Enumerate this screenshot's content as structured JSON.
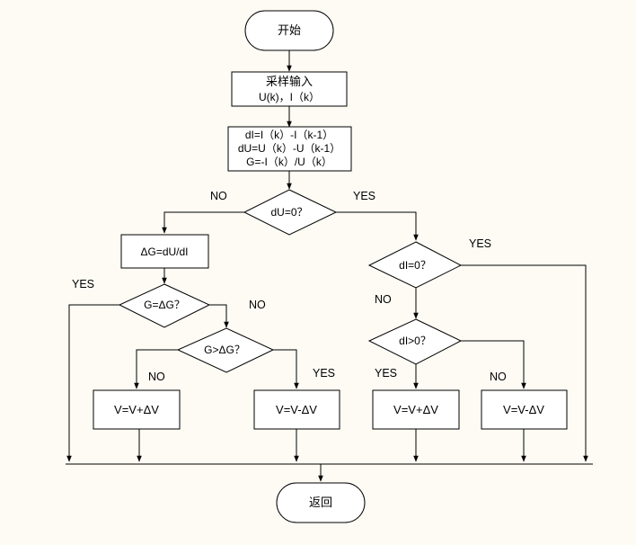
{
  "nodes": {
    "start": "开始",
    "input_line1": "采样输入",
    "input_line2": "U(k)，I（k）",
    "calc_line1": "dI=I（k）-I（k-1）",
    "calc_line2": "dU=U（k）-U（k-1）",
    "calc_line3": "G=-I（k）/U（k）",
    "dec_du": "dU=0？",
    "delta_g": "ΔG=dU/dI",
    "dec_g_eq": "G=ΔG？",
    "dec_g_gt": "G>ΔG？",
    "dec_di": "dI=0？",
    "dec_di_gt": "dI>0？",
    "v_plus_left": "V=V+ΔV",
    "v_minus_left": "V=V-ΔV",
    "v_plus_right": "V=V+ΔV",
    "v_minus_right": "V=V-ΔV",
    "end": "返回"
  },
  "edge_labels": {
    "du_no": "NO",
    "du_yes": "YES",
    "geq_yes": "YES",
    "geq_no": "NO",
    "ggt_no": "NO",
    "ggt_yes": "YES",
    "di_yes": "YES",
    "di_no": "NO",
    "digt_yes": "YES",
    "digt_no": "NO"
  },
  "colors": {
    "background": "#fdfbf4",
    "stroke": "#000000",
    "fill": "#ffffff"
  }
}
